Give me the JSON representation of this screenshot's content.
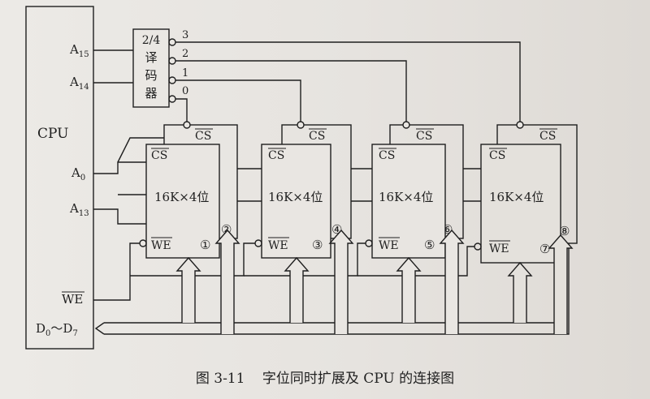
{
  "cpu": {
    "label": "CPU",
    "pins": {
      "a15": {
        "main": "A",
        "sub": "15"
      },
      "a14": {
        "main": "A",
        "sub": "14"
      },
      "a0": {
        "main": "A",
        "sub": "0"
      },
      "a13": {
        "main": "A",
        "sub": "13"
      },
      "we": "WE",
      "data": {
        "d": "D",
        "s0": "0",
        "tilde": "～",
        "d7": "D",
        "s7": "7"
      }
    }
  },
  "decoder": {
    "line1": "2/4",
    "line2": "译",
    "line3": "码",
    "line4": "器",
    "outputs": [
      "3",
      "2",
      "1",
      "0"
    ]
  },
  "chips": [
    {
      "label": "16K×4位",
      "cs": "CS",
      "we": "WE",
      "num_front": "①",
      "num_back": "②"
    },
    {
      "label": "16K×4位",
      "cs": "CS",
      "we": "WE",
      "num_front": "③",
      "num_back": "④"
    },
    {
      "label": "16K×4位",
      "cs": "CS",
      "we": "WE",
      "num_front": "⑤",
      "num_back": "⑥"
    },
    {
      "label": "16K×4位",
      "cs": "CS",
      "we": "WE",
      "num_front": "⑦",
      "num_back": "⑧"
    }
  ],
  "caption": {
    "number": "图 3-11",
    "text": "字位同时扩展及 CPU 的连接图"
  },
  "colors": {
    "ink": "#1f1f1f",
    "paper": "#e9e6e2"
  }
}
